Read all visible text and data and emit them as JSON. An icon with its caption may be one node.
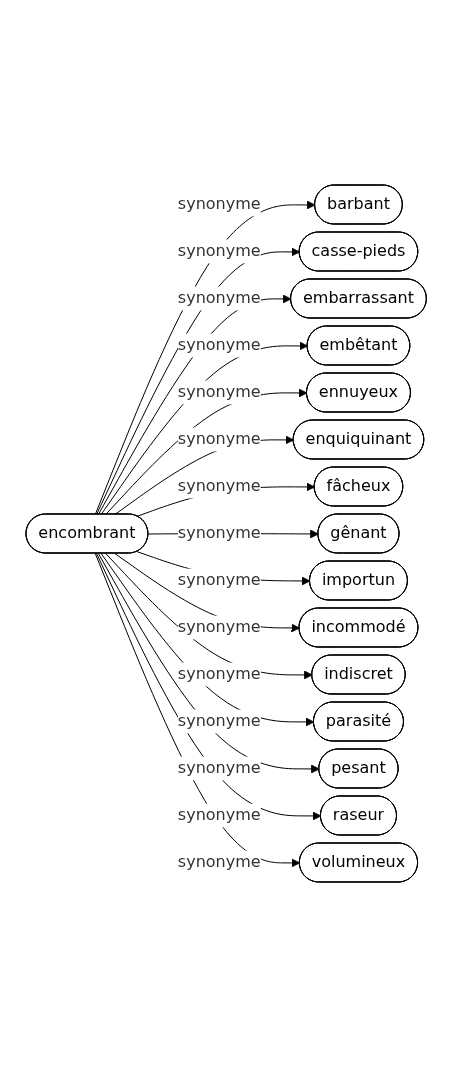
{
  "diagram": {
    "nodes": [
      {
        "text": [
          "encombrant"
        ]
      },
      {
        "text": [
          "barbant"
        ]
      },
      {
        "text": [
          "casse-pieds"
        ]
      },
      {
        "text": [
          "embarrassant"
        ]
      },
      {
        "text": [
          "embêtant"
        ]
      },
      {
        "text": [
          "ennuyeux"
        ]
      },
      {
        "text": [
          "enquiquinant"
        ]
      },
      {
        "text": [
          "fâcheux"
        ]
      },
      {
        "text": [
          "gênant"
        ]
      },
      {
        "text": [
          "importun"
        ]
      },
      {
        "text": [
          "incommodé"
        ]
      },
      {
        "text": [
          "indiscret"
        ]
      },
      {
        "text": [
          "parasité"
        ]
      },
      {
        "text": [
          "pesant"
        ]
      },
      {
        "text": [
          "raseur"
        ]
      },
      {
        "text": [
          "volumineux"
        ]
      }
    ],
    "edges": [
      {
        "from": 0,
        "to": 1,
        "arrow": "to",
        "label": "synonyme"
      },
      {
        "from": 0,
        "to": 2,
        "arrow": "to",
        "label": "synonyme"
      },
      {
        "from": 0,
        "to": 3,
        "arrow": "to",
        "label": "synonyme"
      },
      {
        "from": 0,
        "to": 4,
        "arrow": "to",
        "label": "synonyme"
      },
      {
        "from": 0,
        "to": 5,
        "arrow": "to",
        "label": "synonyme"
      },
      {
        "from": 0,
        "to": 6,
        "arrow": "to",
        "label": "synonyme"
      },
      {
        "from": 0,
        "to": 7,
        "arrow": "to",
        "label": "synonyme"
      },
      {
        "from": 0,
        "to": 8,
        "arrow": "to",
        "label": "synonyme"
      },
      {
        "from": 0,
        "to": 9,
        "arrow": "to",
        "label": "synonyme"
      },
      {
        "from": 0,
        "to": 10,
        "arrow": "to",
        "label": "synonyme"
      },
      {
        "from": 0,
        "to": 11,
        "arrow": "to",
        "label": "synonyme"
      },
      {
        "from": 0,
        "to": 12,
        "arrow": "to",
        "label": "synonyme"
      },
      {
        "from": 0,
        "to": 13,
        "arrow": "to",
        "label": "synonyme"
      },
      {
        "from": 0,
        "to": 14,
        "arrow": "to",
        "label": "synonyme"
      },
      {
        "from": 0,
        "to": 15,
        "arrow": "to",
        "label": "synonyme"
      }
    ]
  }
}
